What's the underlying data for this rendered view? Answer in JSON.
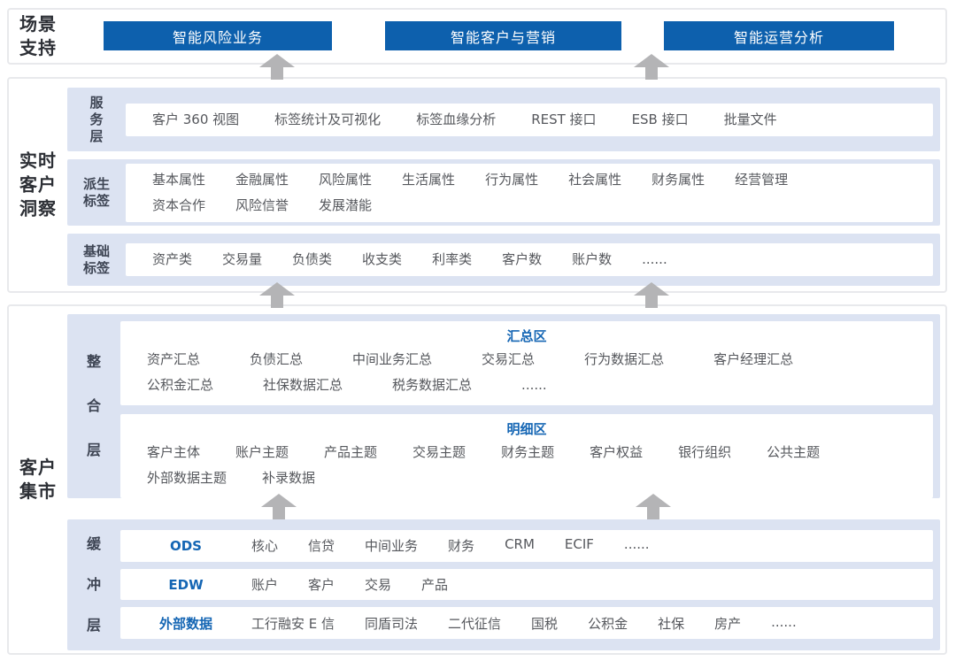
{
  "colors": {
    "button_blue": "#0d60ad",
    "accent_blue": "#1566b4",
    "panel_lavender": "#dce3f2",
    "arrow_gray": "#b4b4b6"
  },
  "scenario": {
    "label": "场景\n支持",
    "buttons": [
      {
        "label": "智能风险业务"
      },
      {
        "label": "智能客户与营销"
      },
      {
        "label": "智能运营分析"
      }
    ]
  },
  "insight": {
    "label": "实时\n客户\n洞察",
    "rows": [
      {
        "label": "服\n务\n层",
        "lines": [
          [
            "客户 360 视图",
            "标签统计及可视化",
            "标签血缘分析",
            "REST 接口",
            "ESB 接口",
            "批量文件"
          ]
        ]
      },
      {
        "label": "派生\n标签",
        "lines": [
          [
            "基本属性",
            "金融属性",
            "风险属性",
            "生活属性",
            "行为属性",
            "社会属性",
            "财务属性",
            "经营管理"
          ],
          [
            "资本合作",
            "风险信誉",
            "发展潜能"
          ]
        ]
      },
      {
        "label": "基础\n标签",
        "lines": [
          [
            "资产类",
            "交易量",
            "负债类",
            "收支类",
            "利率类",
            "客户数",
            "账户数",
            "......"
          ]
        ]
      }
    ]
  },
  "mart": {
    "label": "客户\n集市",
    "integration": {
      "label": "整\n合\n层",
      "zones": [
        {
          "title": "汇总区",
          "lines": [
            [
              "资产汇总",
              "负债汇总",
              "中间业务汇总",
              "交易汇总",
              "行为数据汇总",
              "客户经理汇总"
            ],
            [
              "公积金汇总",
              "社保数据汇总",
              "税务数据汇总",
              "......"
            ]
          ]
        },
        {
          "title": "明细区",
          "lines": [
            [
              "客户主体",
              "账户主题",
              "产品主题",
              "交易主题",
              "财务主题",
              "客户权益",
              "银行组织",
              "公共主题"
            ],
            [
              "外部数据主题",
              "补录数据"
            ]
          ]
        }
      ]
    },
    "buffer": {
      "label": "缓\n冲\n层",
      "rows": [
        {
          "title": "ODS",
          "items": [
            "核心",
            "信贷",
            "中间业务",
            "财务",
            "CRM",
            "ECIF",
            "......"
          ]
        },
        {
          "title": "EDW",
          "items": [
            "账户",
            "客户",
            "交易",
            "产品"
          ]
        },
        {
          "title": "外部数据",
          "items": [
            "工行融安 E 信",
            "同盾司法",
            "二代征信",
            "国税",
            "公积金",
            "社保",
            "房产",
            "......"
          ]
        }
      ]
    }
  }
}
